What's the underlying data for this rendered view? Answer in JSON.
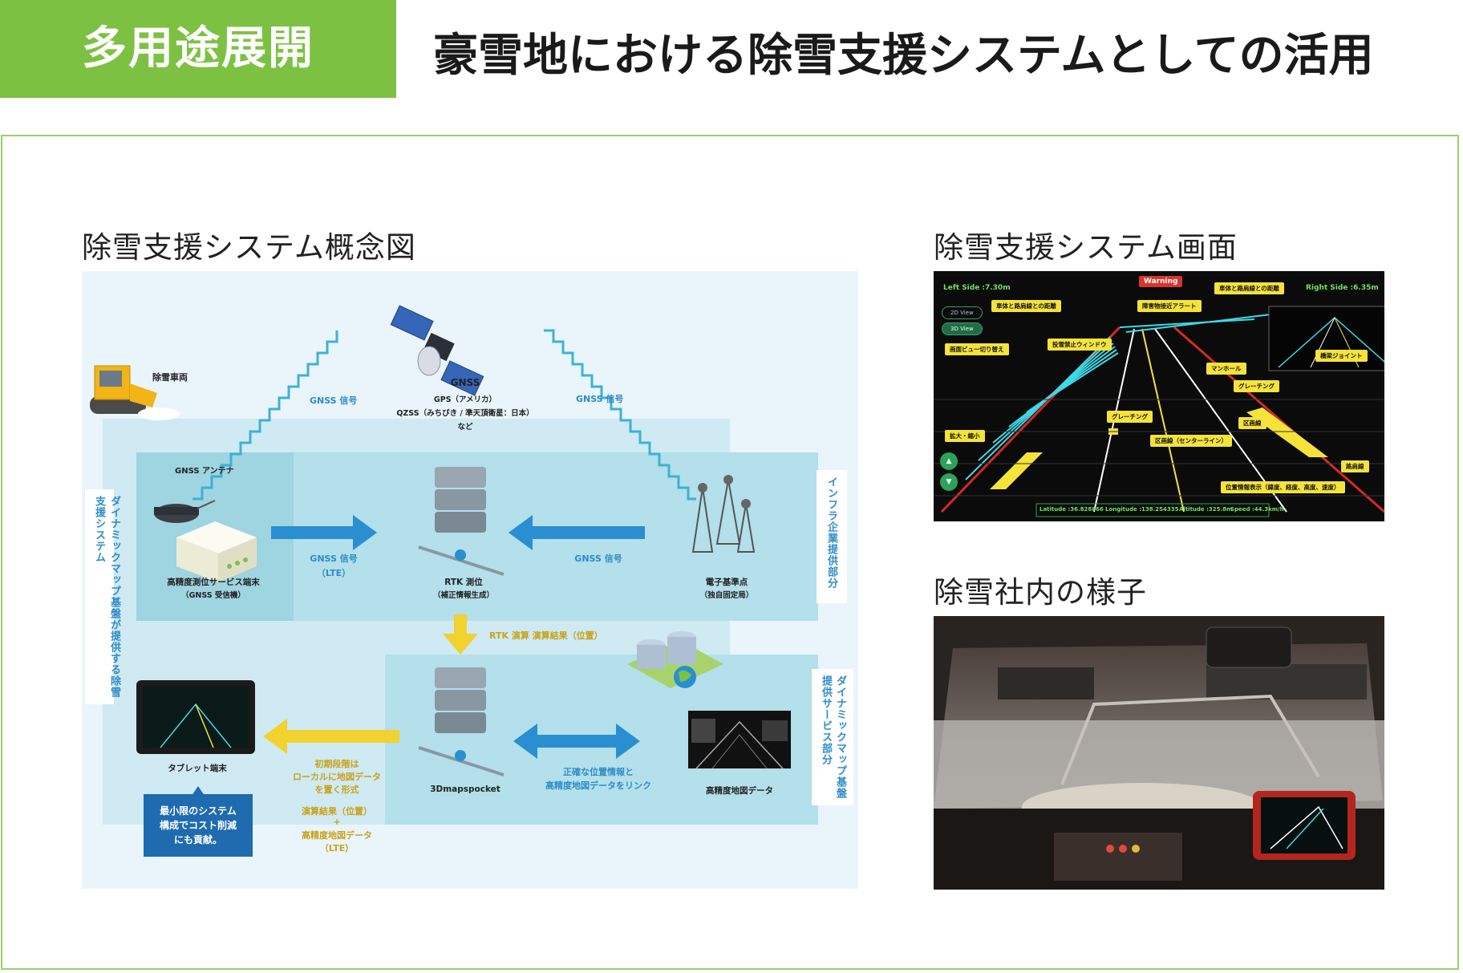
{
  "header": {
    "tag": "多用途展開",
    "title": "豪雪地における除雪支援システムとしての活用"
  },
  "sections": {
    "concept_title": "除雪支援システム概念図",
    "screen_title": "除雪支援システム画面",
    "photo_title": "除雪社内の様子"
  },
  "diagram": {
    "snowplow": "除雪車両",
    "gnss_title": "GNSS",
    "gnss_gps": "GPS（アメリカ）",
    "gnss_qzss": "QZSS（みちびき / 準天頂衛星：日本）",
    "gnss_etc": "など",
    "gnss_signal_left": "GNSS 信号",
    "gnss_signal_right": "GNSS 信号",
    "antenna": "GNSS アンテナ",
    "receiver_line1": "高精度測位サービス端末",
    "receiver_line2": "（GNSS 受信機）",
    "lte_line1": "GNSS 信号",
    "lte_line2": "（LTE）",
    "rtk_line1": "RTK 測位",
    "rtk_line2": "（補正情報生成）",
    "gnss_signal_mid": "GNSS 信号",
    "ref_line1": "電子基準点",
    "ref_line2": "（独自固定局）",
    "rtk_result": "RTK 演算 演算結果（位置）",
    "tablet": "タブレット端末",
    "initial_line1": "初期段階は",
    "initial_line2": "ローカルに地図データ",
    "initial_line3": "を置く形式",
    "calc_line1": "演算結果（位置）",
    "calc_plus": "+",
    "calc_line2": "高精度地図データ",
    "calc_line3": "（LTE）",
    "pocket": "3Dmapspocket",
    "link_line1": "正確な位置情報と",
    "link_line2": "高精度地図データをリンク",
    "hdmap": "高精度地図データ",
    "cost_line1": "最小限のシステム",
    "cost_line2": "構成でコスト削減",
    "cost_line3": "にも貢献。",
    "vertical_left": "ダイナミックマップ基盤が提供する除雪支援システム",
    "vertical_right_top": "インフラ企業提供部分",
    "vertical_right_bottom_1": "ダイナミックマップ基盤",
    "vertical_right_bottom_2": "提供サービス部分"
  },
  "screen": {
    "left_side": "Left Side :7.30m",
    "right_side": "Right Side :6.35m",
    "warning": "Warning",
    "tag_car_road_left": "車体と路肩線との距離",
    "tag_car_road_right": "車体と路肩線との距離",
    "tag_obstacle": "障害物接近アラート",
    "btn_2d": "2D View",
    "btn_3d": "3D View",
    "tag_view_switch": "画面ビュー切り替え",
    "tag_no_drop": "投雪禁止ウィンドウ",
    "tag_manhole": "マンホール",
    "tag_grating1": "グレーチング",
    "tag_grating2": "グレーチング",
    "tag_bridge": "橋梁ジョイント",
    "tag_zoom": "拡大・縮小",
    "tag_section": "区画線",
    "tag_centerline": "区画線（センターライン）",
    "tag_shoulder": "路肩線",
    "tag_position": "位置情報表示（緯度、経度、高度、速度）",
    "zoom_up": "▲",
    "zoom_down": "▼",
    "latitude": "Latitude :36.828866",
    "longitude": "Longitude :138.254335",
    "altitude": "Altitude :325.8m",
    "speed": "Speed :44.3km/h"
  },
  "colors": {
    "brand_green": "#7dc142",
    "frame_green": "#9ccd6d",
    "diagram_bg": "#e9f5fb",
    "band_blue": "#b3e0ea",
    "arrow_blue": "#2a8fd0",
    "arrow_yellow": "#f2d22e",
    "cost_blue": "#1e6bb0",
    "hud_yellow": "#f5e33a",
    "hud_cyan": "#3fd9e6"
  }
}
